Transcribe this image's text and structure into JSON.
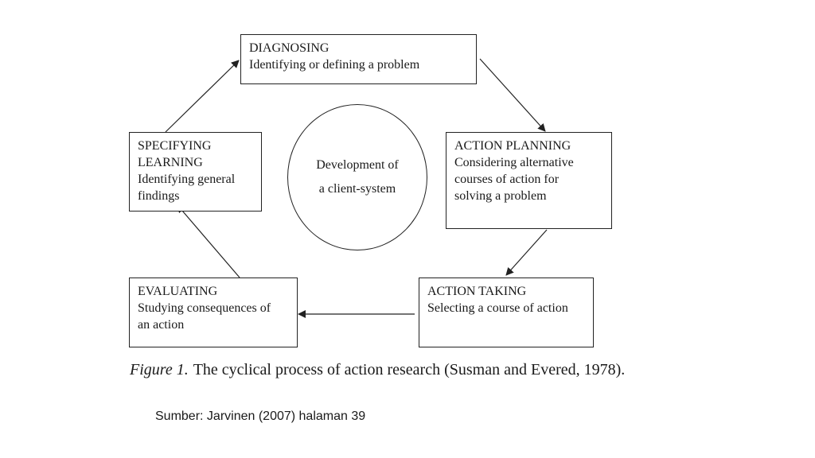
{
  "boxes": {
    "diagnosing": {
      "title": "DIAGNOSING",
      "desc": "Identifying or defining a problem"
    },
    "action_planning": {
      "title": "ACTION PLANNING",
      "desc_lines": [
        "Considering alternative",
        "courses of action for",
        "solving a problem"
      ]
    },
    "action_taking": {
      "title": "ACTION TAKING",
      "desc": "Selecting a course of action"
    },
    "evaluating": {
      "title": "EVALUATING",
      "desc_lines": [
        "Studying consequences of",
        "an action"
      ]
    },
    "specifying_learning": {
      "title_lines": [
        "SPECIFYING",
        "LEARNING"
      ],
      "desc_lines": [
        "Identifying general",
        "findings"
      ]
    }
  },
  "center": {
    "lines": [
      "Development of",
      "a client-system"
    ]
  },
  "caption": {
    "label": "Figure 1.",
    "text": "The cyclical process of action research (Susman and Evered, 1978)."
  },
  "source": "Sumber: Jarvinen (2007) halaman 39",
  "colors": {
    "stroke": "#222222",
    "text": "#1a1a1a",
    "background": "#ffffff"
  }
}
